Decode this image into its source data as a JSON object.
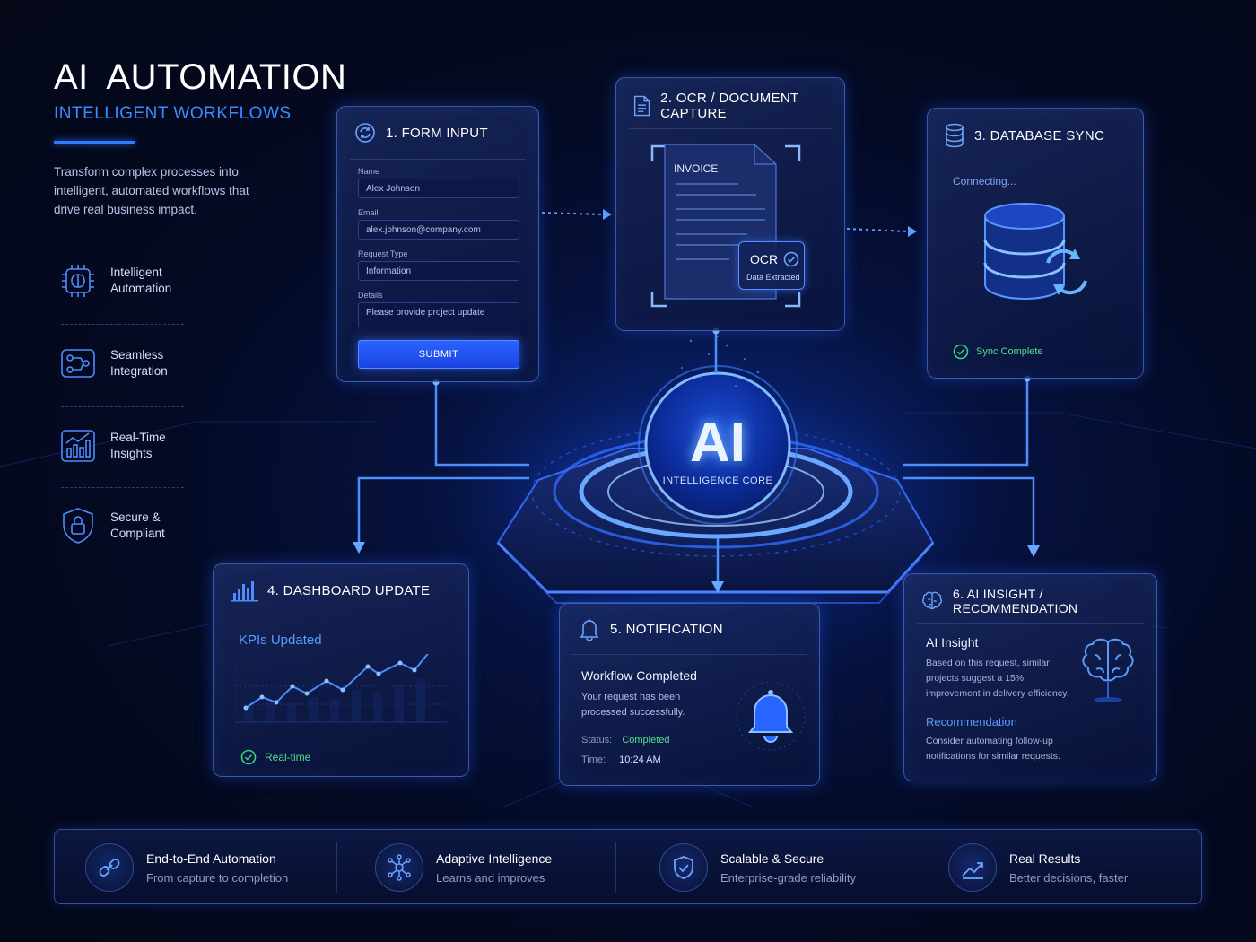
{
  "hero": {
    "title_ai": "AI",
    "title_rest": "AUTOMATION",
    "subtitle": "INTELLIGENT WORKFLOWS",
    "description": "Transform complex processes into intelligent, automated workflows that drive real business impact."
  },
  "features": [
    {
      "icon": "chip-icon",
      "label": "Intelligent\nAutomation"
    },
    {
      "icon": "integration-icon",
      "label": "Seamless\nIntegration"
    },
    {
      "icon": "chart-icon",
      "label": "Real-Time\nInsights"
    },
    {
      "icon": "shield-lock-icon",
      "label": "Secure &\nCompliant"
    }
  ],
  "form_input": {
    "title": "1. FORM INPUT",
    "name_label": "Name",
    "name_value": "Alex Johnson",
    "email_label": "Email",
    "email_value": "alex.johnson@company.com",
    "request_label": "Request Type",
    "request_value": "Information",
    "details_label": "Details",
    "details_value": "Please provide project update",
    "submit_label": "SUBMIT"
  },
  "ocr": {
    "title": "2. OCR / DOCUMENT CAPTURE",
    "invoice_label": "INVOICE",
    "badge_title": "OCR",
    "badge_sub": "Data Extracted"
  },
  "database": {
    "title": "3. DATABASE SYNC",
    "status_top": "Connecting...",
    "status_bottom": "Sync Complete"
  },
  "core": {
    "label_big": "AI",
    "label_small": "INTELLIGENCE CORE"
  },
  "dashboard": {
    "title": "4. DASHBOARD UPDATE",
    "kpi_label": "KPIs Updated",
    "status": "Real-time"
  },
  "notification": {
    "title": "5. NOTIFICATION",
    "heading": "Workflow Completed",
    "message": "Your request has been processed successfully.",
    "status_label": "Status:",
    "status_value": "Completed",
    "time_label": "Time:",
    "time_value": "10:24 AM"
  },
  "insight": {
    "title": "6. AI INSIGHT / RECOMMENDATION",
    "insight_heading": "AI Insight",
    "insight_text": "Based on this request, similar projects suggest a 15% improvement in delivery efficiency.",
    "rec_heading": "Recommendation",
    "rec_text": "Consider automating follow-up notifications for similar requests."
  },
  "bottom": [
    {
      "icon": "link-icon",
      "title": "End-to-End Automation",
      "sub": "From capture to completion"
    },
    {
      "icon": "network-icon",
      "title": "Adaptive Intelligence",
      "sub": "Learns and improves"
    },
    {
      "icon": "shield-check-icon",
      "title": "Scalable & Secure",
      "sub": "Enterprise-grade reliability"
    },
    {
      "icon": "trend-icon",
      "title": "Real Results",
      "sub": "Better decisions, faster"
    }
  ],
  "colors": {
    "accent": "#2f7bff",
    "success": "#38d27a",
    "background": "#040a24"
  }
}
